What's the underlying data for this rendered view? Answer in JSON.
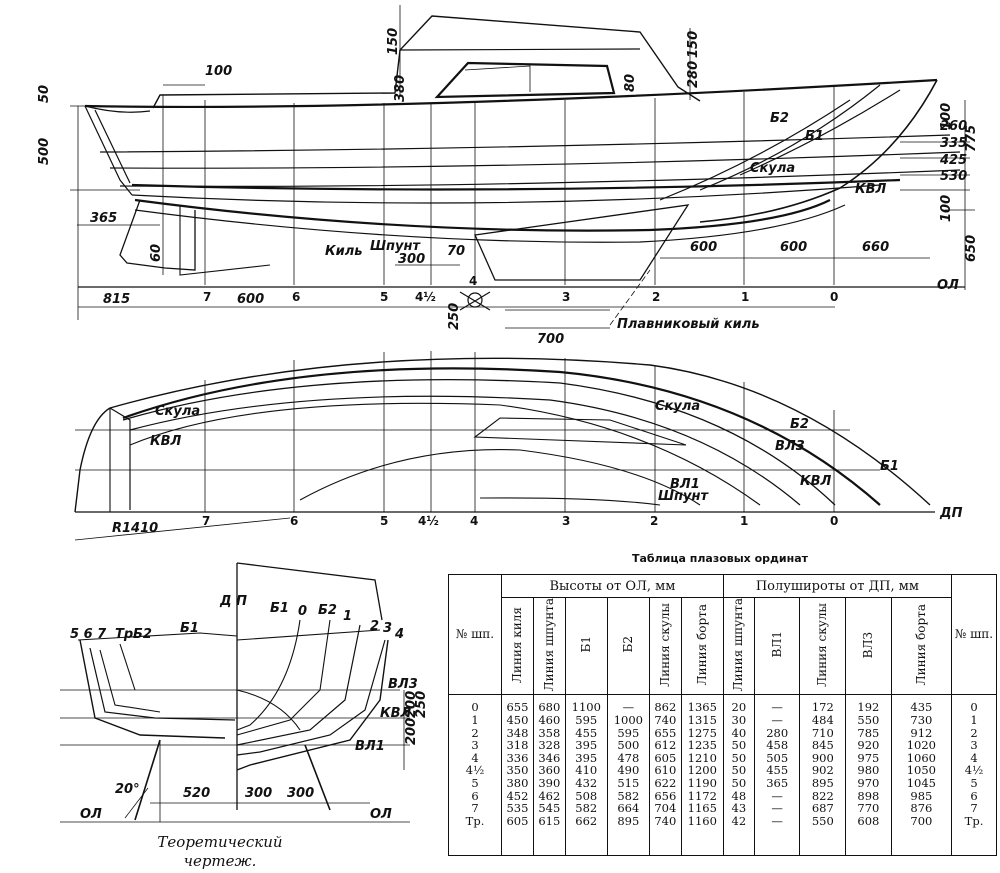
{
  "profile": {
    "dims": {
      "d150a": "150",
      "d150b": "150",
      "d280": "280",
      "d380": "380",
      "d80": "80",
      "d100top": "100",
      "d50": "50",
      "d500": "500",
      "d365": "365",
      "d60": "60",
      "d70": "70",
      "d300": "300",
      "d600a": "600",
      "d600b": "600",
      "d660": "660",
      "d815": "815",
      "d600c": "600",
      "d250": "250",
      "d700": "700",
      "d260": "260",
      "d335": "335",
      "d425": "425",
      "d530": "530",
      "d100r": "100",
      "d775": "775",
      "d100r2": "100",
      "d650": "650"
    },
    "labels": {
      "b2": "Б2",
      "b1": "Б1",
      "skula": "Скула",
      "kvl": "КВЛ",
      "ol": "ОЛ",
      "kil": "Киль",
      "shpunt": "Шпунт",
      "plavnik": "Плавниковый киль"
    },
    "stations": [
      "7",
      "6",
      "5",
      "4½",
      "4",
      "3",
      "2",
      "1",
      "0"
    ]
  },
  "plan": {
    "labels": {
      "skula1": "Скула",
      "kvl1": "КВЛ",
      "skula2": "Скула",
      "b2": "Б2",
      "vl3": "ВЛ3",
      "kvl2": "КВЛ",
      "b1": "Б1",
      "vl1": "ВЛ1",
      "shpunt": "Шпунт",
      "dp": "ДП",
      "r": "R1410"
    },
    "stations": [
      "7",
      "6",
      "5",
      "4½",
      "4",
      "3",
      "2",
      "1",
      "0"
    ]
  },
  "section": {
    "labels": {
      "dp": "Д П",
      "st_left": "5 6 7",
      "tr": "Тр",
      "b2l": "Б2",
      "b1l": "Б1",
      "b1r": "Б1",
      "zero": "0",
      "b2r": "Б2",
      "one": "1",
      "two": "2",
      "three": "3",
      "four": "4",
      "vl3": "ВЛ3",
      "kvl": "КВЛ",
      "vl1": "ВЛ1",
      "ol_left": "ОЛ",
      "ol_right": "ОЛ"
    },
    "dims": {
      "angle": "20°",
      "d520": "520",
      "d300a": "300",
      "d300b": "300",
      "d250": "250",
      "d200a": "200",
      "d200b": "200"
    },
    "caption_l1": "Теоретический",
    "caption_l2": "чертеж."
  },
  "table": {
    "title": "Таблица плазовых ординат",
    "col_no": "№ шп.",
    "group_heights": "Высоты от ОЛ, мм",
    "group_half": "Полушироты от ДП, мм",
    "headers": [
      "Линия киля",
      "Линия шпунта",
      "Б1",
      "Б2",
      "Линия скулы",
      "Линия борта",
      "Линия шпунта",
      "ВЛ1",
      "Линия скулы",
      "ВЛЗ",
      "Линия борта"
    ],
    "rows": [
      [
        "0",
        "655",
        "680",
        "1100",
        "—",
        "862",
        "1365",
        "20",
        "—",
        "172",
        "192",
        "435",
        "0"
      ],
      [
        "1",
        "450",
        "460",
        "595",
        "1000",
        "740",
        "1315",
        "30",
        "—",
        "484",
        "550",
        "730",
        "1"
      ],
      [
        "2",
        "348",
        "358",
        "455",
        "595",
        "655",
        "1275",
        "40",
        "280",
        "710",
        "785",
        "912",
        "2"
      ],
      [
        "3",
        "318",
        "328",
        "395",
        "500",
        "612",
        "1235",
        "50",
        "458",
        "845",
        "920",
        "1020",
        "3"
      ],
      [
        "4",
        "336",
        "346",
        "395",
        "478",
        "605",
        "1210",
        "50",
        "505",
        "900",
        "975",
        "1060",
        "4"
      ],
      [
        "4½",
        "350",
        "360",
        "410",
        "490",
        "610",
        "1200",
        "50",
        "455",
        "902",
        "980",
        "1050",
        "4½"
      ],
      [
        "5",
        "380",
        "390",
        "432",
        "515",
        "622",
        "1190",
        "50",
        "365",
        "895",
        "970",
        "1045",
        "5"
      ],
      [
        "6",
        "452",
        "462",
        "508",
        "582",
        "656",
        "1172",
        "48",
        "—",
        "822",
        "898",
        "985",
        "6"
      ],
      [
        "7",
        "535",
        "545",
        "582",
        "664",
        "704",
        "1165",
        "43",
        "—",
        "687",
        "770",
        "876",
        "7"
      ],
      [
        "Тр.",
        "605",
        "615",
        "662",
        "895",
        "740",
        "1160",
        "42",
        "—",
        "550",
        "608",
        "700",
        "Тр."
      ]
    ]
  }
}
